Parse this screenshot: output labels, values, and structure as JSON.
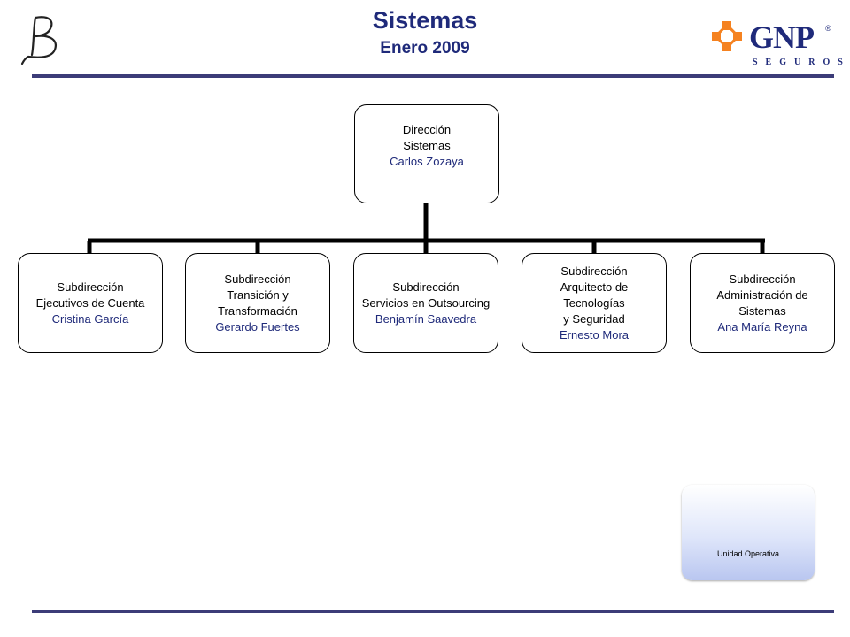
{
  "header": {
    "title": "Sistemas",
    "subtitle": "Enero 2009",
    "brand_left": "B",
    "brand_right": {
      "name": "GNP",
      "registered": "®",
      "tagline": "SEGUROS"
    }
  },
  "colors": {
    "title": "#1f2a7a",
    "names": "#1f2a7a",
    "rule": "#3c3c78",
    "gnp_orange": "#f58220"
  },
  "org": {
    "root": {
      "lines": [
        "Dirección",
        "Sistemas"
      ],
      "name": "Carlos Zozaya"
    },
    "children": [
      {
        "lines": [
          "Subdirección",
          "Ejecutivos de Cuenta"
        ],
        "name": "Cristina García"
      },
      {
        "lines": [
          "Subdirección",
          "Transición y",
          "Transformación"
        ],
        "name": "Gerardo Fuertes"
      },
      {
        "lines": [
          "Subdirección",
          "Servicios en Outsourcing"
        ],
        "name": "Benjamín Saavedra"
      },
      {
        "lines": [
          "Subdirección",
          "Arquitecto de",
          "Tecnologías",
          "y Seguridad"
        ],
        "name": "Ernesto Mora"
      },
      {
        "lines": [
          "Subdirección",
          "Administración de",
          "Sistemas"
        ],
        "name": "Ana María Reyna"
      }
    ]
  },
  "legend": {
    "label": "Unidad Operativa"
  }
}
